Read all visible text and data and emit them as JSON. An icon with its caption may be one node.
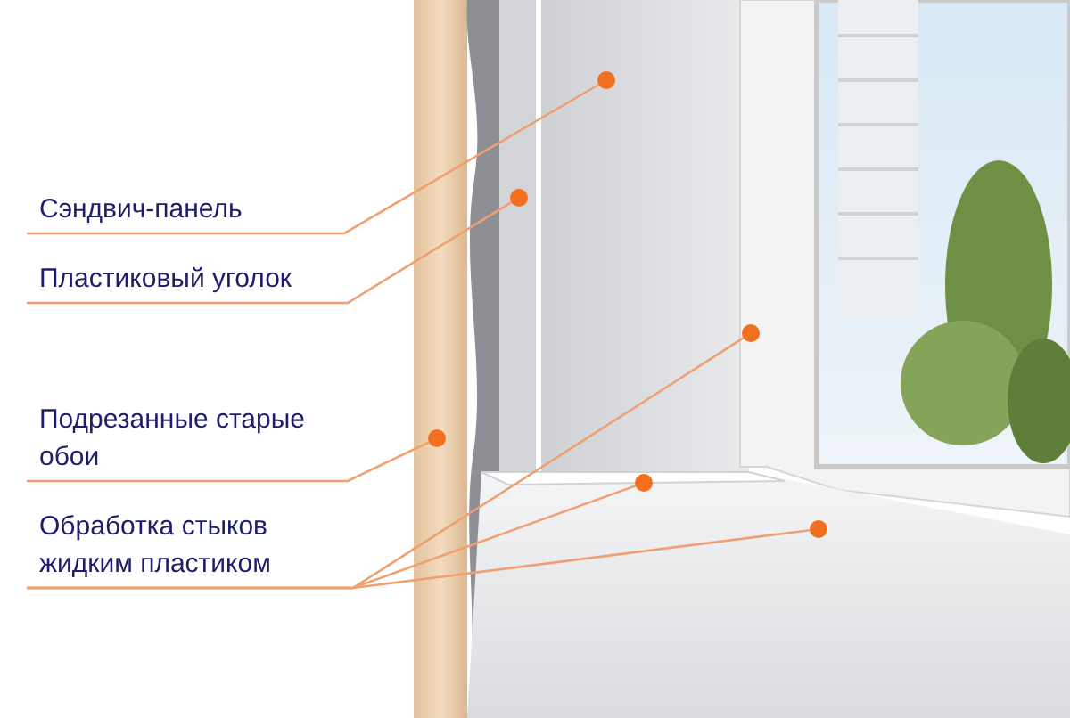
{
  "diagram": {
    "nodes": [
      {
        "text": [
          "Сэндвич-панель"
        ]
      },
      {
        "text": [
          "Пластиковый уголок"
        ]
      },
      {
        "text": [
          "Подрезанные старые обои"
        ]
      },
      {
        "text": [
          "Обработка стыков жидким пластиком"
        ]
      },
      {
        "text": [],
        "shape": "circle"
      },
      {
        "text": [],
        "shape": "circle"
      },
      {
        "text": [],
        "shape": "circle"
      },
      {
        "text": [],
        "shape": "circle"
      },
      {
        "text": [],
        "shape": "circle"
      },
      {
        "text": [],
        "shape": "circle"
      }
    ],
    "edges": [
      {
        "from": 0,
        "to": 4,
        "arrow": "none"
      },
      {
        "from": 1,
        "to": 5,
        "arrow": "none"
      },
      {
        "from": 2,
        "to": 6,
        "arrow": "none"
      },
      {
        "from": 3,
        "to": 7,
        "arrow": "none"
      },
      {
        "from": 3,
        "to": 8,
        "arrow": "none"
      },
      {
        "from": 3,
        "to": 9,
        "arrow": "none"
      }
    ]
  }
}
